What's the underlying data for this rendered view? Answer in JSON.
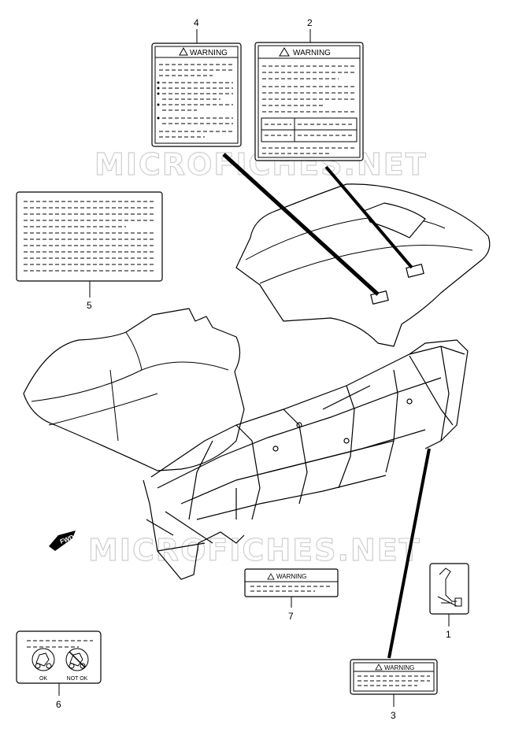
{
  "watermark": "MICROFICHES.NET",
  "fwd_label": "FWD",
  "warning_title": "WARNING",
  "callouts": [
    "1",
    "2",
    "3",
    "4",
    "5",
    "6",
    "7"
  ],
  "label6": {
    "ok": "OK",
    "not_ok": "NOT OK"
  }
}
